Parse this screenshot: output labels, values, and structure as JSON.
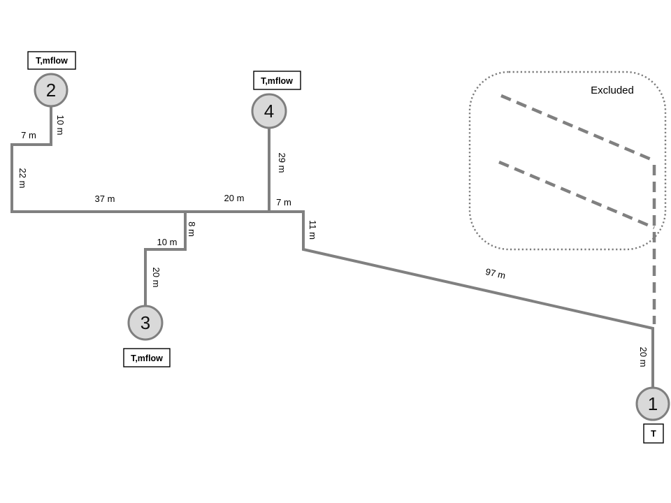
{
  "diagram": {
    "type": "pipe-network",
    "colors": {
      "pipe": "#808080",
      "node_fill": "#d9d9d9",
      "node_border": "#7f7f7f",
      "label_text": "#000000",
      "tag_box_border": "#000000"
    },
    "excluded": {
      "label": "Excluded"
    },
    "nodes": {
      "n1": {
        "id": "1",
        "tag": "T"
      },
      "n2": {
        "id": "2",
        "tag": "T,mflow"
      },
      "n3": {
        "id": "3",
        "tag": "T,mflow"
      },
      "n4": {
        "id": "4",
        "tag": "T,mflow"
      }
    },
    "pipes": {
      "node2_riser": "10 m",
      "node2_upper_horizontal": "7 m",
      "node2_drop": "22 m",
      "main_west": "37 m",
      "main_center": "20 m",
      "main_east": "7 m",
      "node4_riser": "29 m",
      "node3_upper_drop": "8 m",
      "node3_horizontal": "10 m",
      "node3_lower_drop": "20 m",
      "east_drop": "11 m",
      "long_diagonal": "97 m",
      "node1_drop": "20 m"
    }
  }
}
